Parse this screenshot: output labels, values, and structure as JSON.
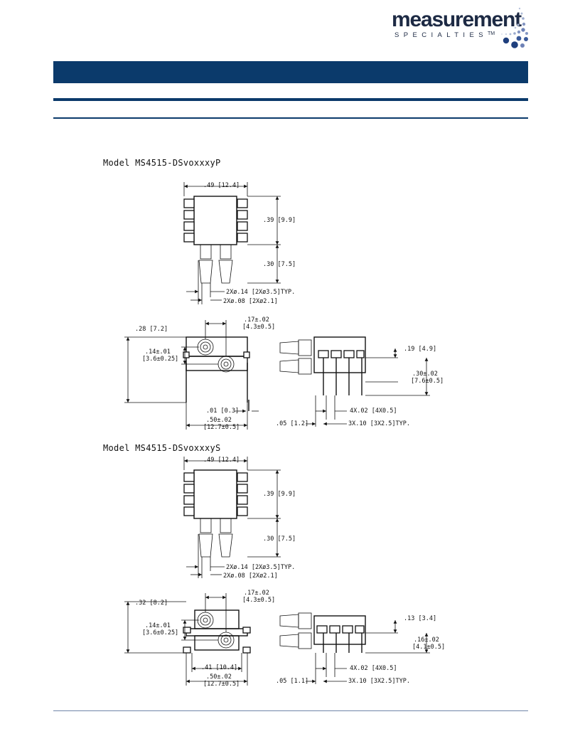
{
  "logo": {
    "word": "measurement",
    "sub": "SPECIALTIES",
    "tm": "TM",
    "dot_color": "#3a5a9a"
  },
  "colors": {
    "banner": "#0b3a6b",
    "rule": "#0b3a6b"
  },
  "model_p": {
    "title": "Model MS4515-DSvoxxxyP",
    "dims": {
      "width": ".49 [12.4]",
      "height": ".39 [9.9]",
      "port_length": ".30 [7.5]",
      "port_od": "2Xø.14 [2Xø3.5]TYP.",
      "port_id": "2Xø.08 [2Xø2.1]",
      "side_height": ".28 [7.2]",
      "port_offset": ".17±.02",
      "port_offset_mm": "[4.3±0.5]",
      "port_spacing": ".14±.01",
      "port_spacing_mm": "[3.6±0.25]",
      "lead_thickness": ".01 [0.3]",
      "lead_span": ".50±.02",
      "lead_span_mm": "[12.7±0.5]",
      "end_top": ".19 [4.9]",
      "end_lead": ".30±.02",
      "end_lead_mm": "[7.6±0.5]",
      "lead_width": "4X.02 [4X0.5]",
      "lead_edge": ".05 [1.2]",
      "pitch": "3X.10 [3X2.5]TYP."
    }
  },
  "model_s": {
    "title": "Model MS4515-DSvoxxxyS",
    "dims": {
      "width": ".49 [12.4]",
      "height": ".39 [9.9]",
      "port_length": ".30 [7.5]",
      "port_od": "2Xø.14 [2Xø3.5]TYP.",
      "port_id": "2Xø.08 [2Xø2.1]",
      "side_height": ".32 [8.2]",
      "port_offset": ".17±.02",
      "port_offset_mm": "[4.3±0.5]",
      "port_spacing": ".14±.01",
      "port_spacing_mm": "[3.6±0.25]",
      "body_width": ".41 [10.4]",
      "lead_span": ".50±.02",
      "lead_span_mm": "[12.7±0.5]",
      "end_top": ".13 [3.4]",
      "end_lead": ".16±.02",
      "end_lead_mm": "[4.1±0.5]",
      "lead_width": "4X.02 [4X0.5]",
      "lead_edge": ".05 [1.1]",
      "pitch": "3X.10 [3X2.5]TYP."
    }
  }
}
